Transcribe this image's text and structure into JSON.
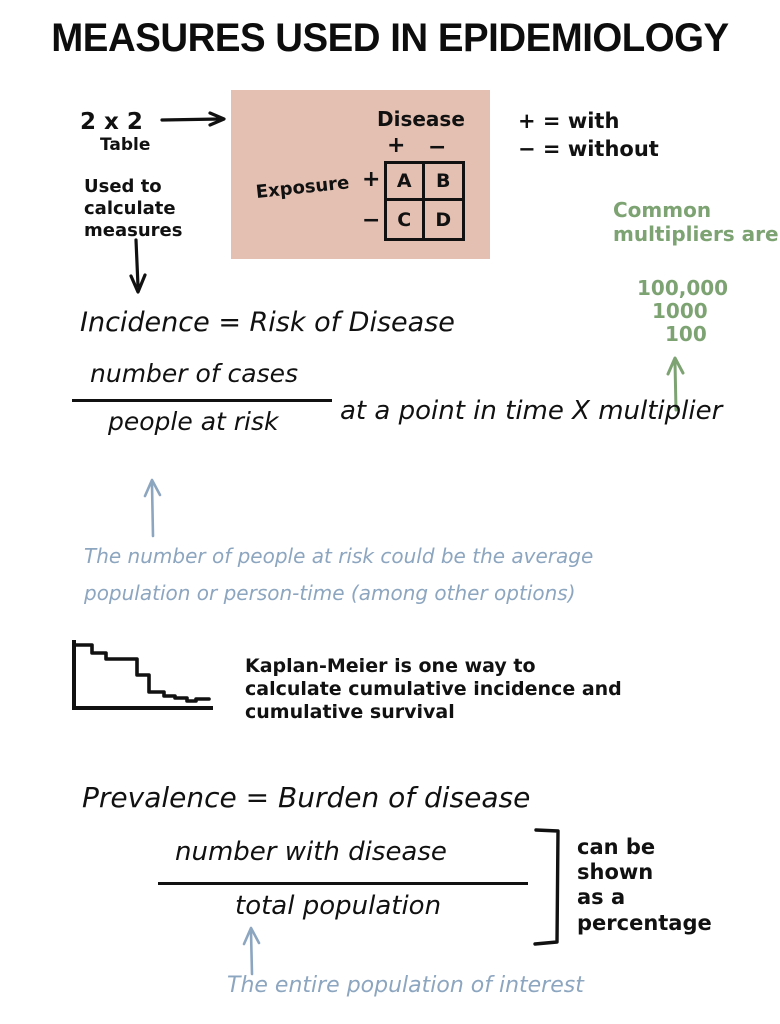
{
  "title": "MEASURES USED IN EPIDEMIOLOGY",
  "colors": {
    "panel_background": "#e4c0b2",
    "ink": "#111111",
    "green_accent": "#7da373",
    "blue_accent": "#8da6c0",
    "page_background": "#ffffff"
  },
  "two_by_two": {
    "pointer_label_line1": "2 x 2",
    "pointer_label_line2": "Table",
    "purpose_note": "Used to\ncalculate\nmeasures",
    "column_group_header": "Disease",
    "column_headers": [
      "+",
      "−"
    ],
    "row_group_header": "Exposure",
    "row_headers": [
      "+",
      "−"
    ],
    "cells": [
      [
        "A",
        "B"
      ],
      [
        "C",
        "D"
      ]
    ]
  },
  "legend": {
    "plus": "+ = with",
    "minus": "− = without"
  },
  "multipliers": {
    "heading": "Common\nmultipliers are",
    "values": [
      "100,000",
      "1000",
      "100"
    ]
  },
  "incidence": {
    "heading": "Incidence = Risk of Disease",
    "numerator": "number of cases",
    "denominator": "people at risk",
    "tail": "at a point in time X multiplier",
    "annotation": "The number of people at risk could be the average\npopulation or person-time (among other options)"
  },
  "kaplan_meier": {
    "caption": "Kaplan-Meier is one way to\ncalculate cumulative incidence and\ncumulative survival"
  },
  "chart_data": {
    "type": "line",
    "title": "Kaplan-Meier survival curve",
    "xlabel": "",
    "ylabel": "",
    "x": [
      0,
      4,
      4,
      12,
      12,
      27,
      27,
      36,
      36,
      47,
      47,
      56,
      56,
      63,
      63,
      72,
      72,
      80,
      80,
      88,
      88,
      100
    ],
    "y": [
      98,
      98,
      88,
      88,
      80,
      80,
      56,
      56,
      30,
      30,
      24,
      24,
      20,
      20,
      22,
      22,
      14,
      14,
      16,
      16,
      18,
      18
    ],
    "ylim": [
      0,
      100
    ],
    "xlim": [
      0,
      100
    ],
    "grid": false,
    "legend": "none"
  },
  "prevalence": {
    "heading": "Prevalence = Burden of disease",
    "numerator": "number with disease",
    "denominator": "total population",
    "side_note": "can be\nshown\nas a\npercentage",
    "annotation": "The entire population of interest"
  }
}
